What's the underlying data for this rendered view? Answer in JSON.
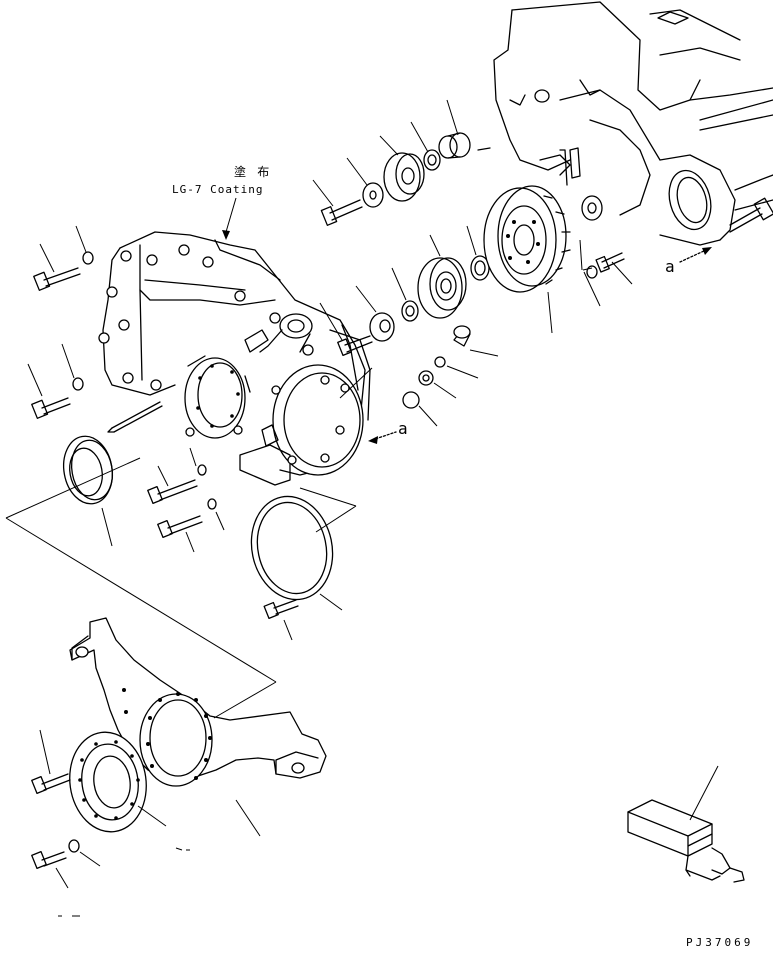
{
  "annotation": {
    "japanese": "塗 布",
    "english": "LG-7 Coating"
  },
  "reference_marks": [
    "a",
    "a"
  ],
  "drawing_number": "PJ37069",
  "line_color": "#000000",
  "background_color": "#ffffff"
}
